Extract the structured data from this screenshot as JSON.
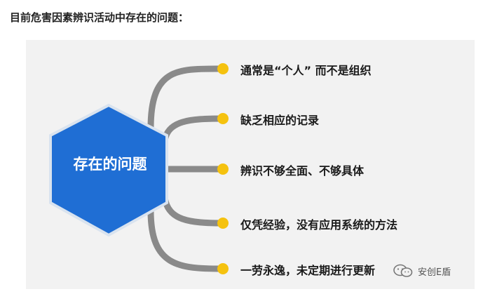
{
  "heading": "目前危害因素辨识活动中存在的问题：",
  "center_label": "存在的问题",
  "items": [
    "通常是“个人” 而不是组织",
    "缺乏相应的记录",
    "辨识不够全面、不够具体",
    "仅凭经验，没有应用系统的方法",
    "一劳永逸，未定期进行更新"
  ],
  "watermark": "安创E盾",
  "colors": {
    "hexagon": "#1f6ed4",
    "hexagon_border": "#d9e3ef",
    "branch_line": "#8a8a8a",
    "dot": "#f5c20f",
    "panel": "#f2f2f2"
  },
  "icons": {
    "watermark": "wechat-icon"
  }
}
